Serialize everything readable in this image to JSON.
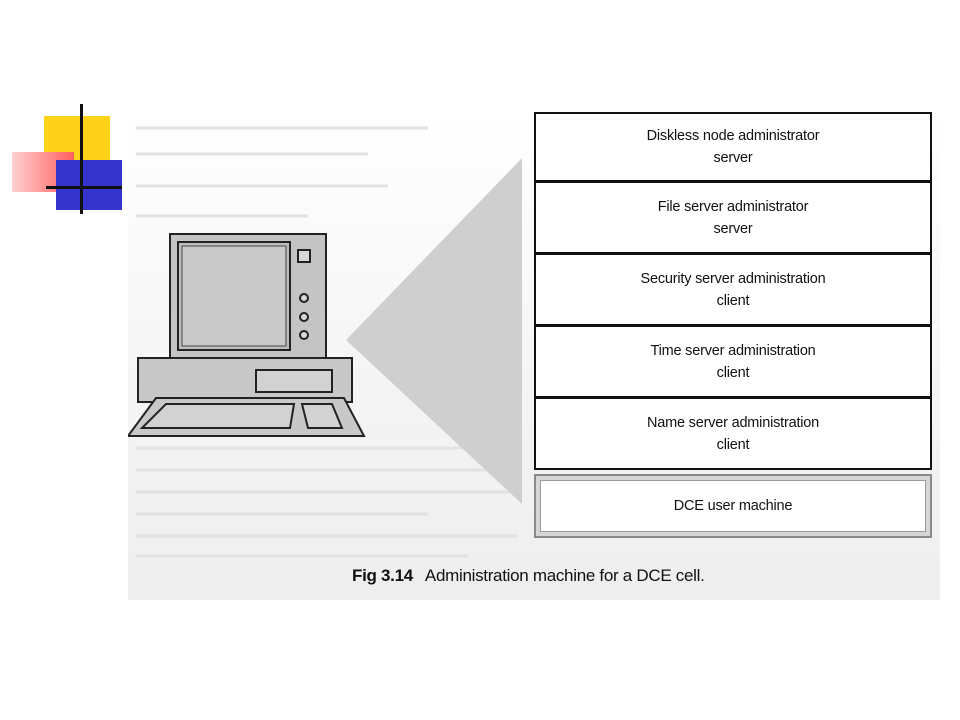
{
  "figure": {
    "layers": [
      {
        "label": "Diskless node administrator\nserver"
      },
      {
        "label": "File server administrator\nserver"
      },
      {
        "label": "Security server administration\nclient"
      },
      {
        "label": "Time server administration\nclient"
      },
      {
        "label": "Name server administration\nclient"
      }
    ],
    "base_layer": {
      "label": "DCE user machine"
    },
    "caption": {
      "number": "Fig 3.14",
      "text": "Administration machine for a DCE cell."
    }
  },
  "colors": {
    "deco_yellow": "#ffd21a",
    "deco_red": "#ff5e5e",
    "deco_blue": "#3434cc",
    "wedge_gray": "#cfcfcf"
  },
  "icons": [
    "computer-icon",
    "keyboard-icon"
  ]
}
